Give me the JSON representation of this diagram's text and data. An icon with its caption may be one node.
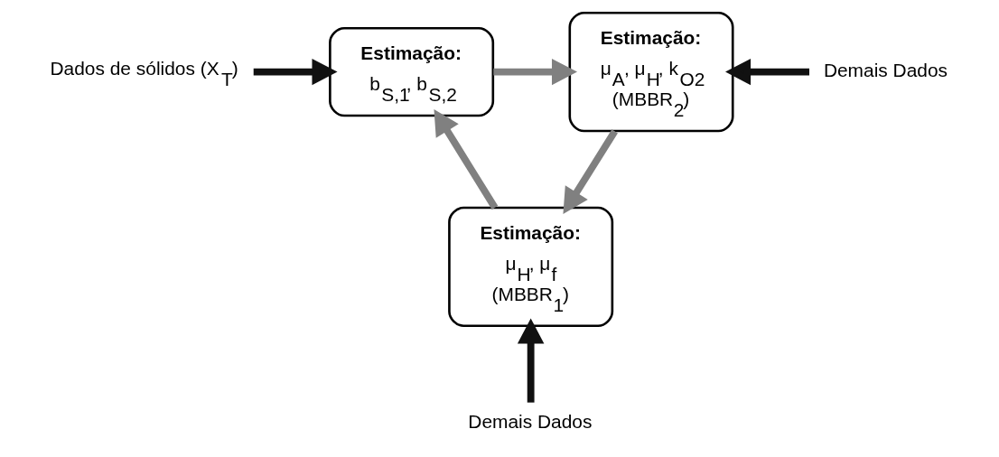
{
  "diagram": {
    "nodes": [
      {
        "text": [
          "Dados de sólidos (X$_{T}$)"
        ]
      },
      {
        "text": [
          "Estimação:",
          "b$_{S,1}$, b$_{S,2}$"
        ]
      },
      {
        "text": [
          "Estimação:",
          "μ$_{A}$, μ$_{H}$, k$_{O2}$",
          "(MBBR$_{2}$)"
        ]
      },
      {
        "text": [
          "Demais Dados"
        ]
      },
      {
        "text": [
          "Estimação:",
          "μ$_{H}$, μ$_{f}$",
          "(MBBR$_{1}$)"
        ]
      },
      {
        "text": [
          "Demais Dados"
        ]
      }
    ],
    "edges": [
      {
        "from": 0,
        "to": 1,
        "arrow": "to"
      },
      {
        "from": 1,
        "to": 2,
        "arrow": "to",
        "color": "#808080"
      },
      {
        "from": 3,
        "to": 2,
        "arrow": "to"
      },
      {
        "from": 2,
        "to": 4,
        "arrow": "to",
        "color": "#808080"
      },
      {
        "from": 5,
        "to": 4,
        "arrow": "to"
      },
      {
        "from": 4,
        "to": 1,
        "arrow": "to",
        "color": "#808080"
      }
    ]
  }
}
